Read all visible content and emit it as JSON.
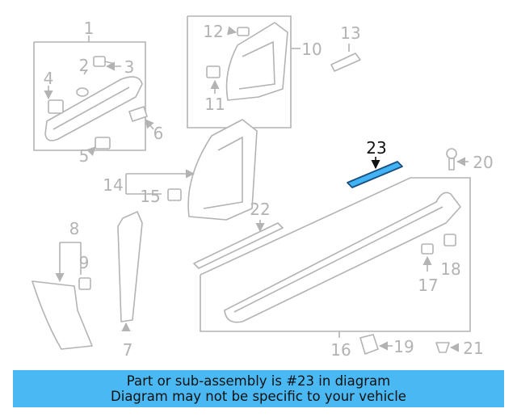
{
  "diagram": {
    "callouts": [
      "1",
      "2",
      "3",
      "4",
      "5",
      "6",
      "7",
      "8",
      "9",
      "10",
      "11",
      "12",
      "13",
      "14",
      "15",
      "16",
      "17",
      "18",
      "19",
      "20",
      "21",
      "22"
    ],
    "highlighted_callout": "23",
    "colors": {
      "highlight_fill": "#42b4f5",
      "highlight_stroke": "#1c4f80",
      "line_art": "#b3b3b3",
      "banner": "#4ab8f3"
    }
  },
  "banner": {
    "line1": "Part or sub-assembly is #23 in diagram",
    "line2": "Diagram may not be specific to your vehicle"
  }
}
